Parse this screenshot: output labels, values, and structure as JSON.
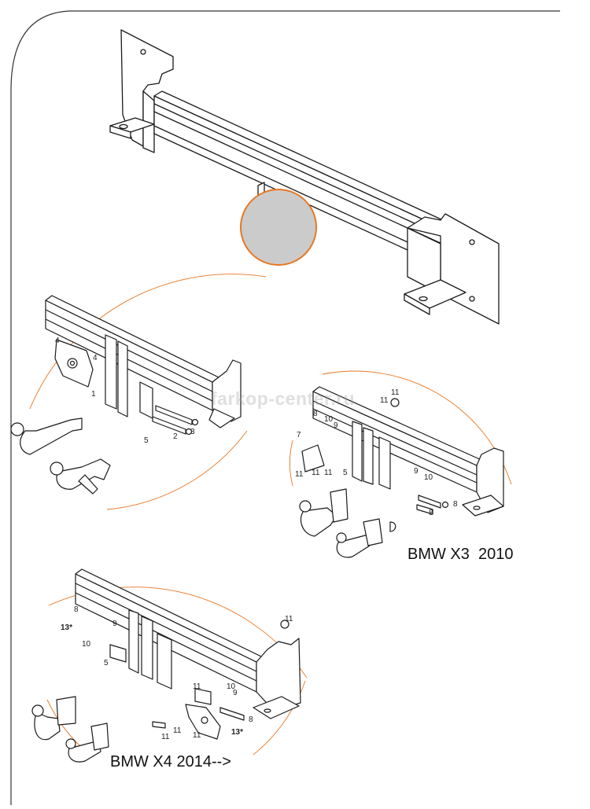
{
  "colors": {
    "accent": "#e87722",
    "line": "#1a1a1a",
    "callout_fill": "#cbcbcb",
    "background": "#ffffff"
  },
  "watermark": "farkop-center.ru",
  "models": {
    "x3": "BMW X3  2010",
    "x4": "BMW X4 2014-->"
  },
  "callouts": {
    "detail1": {
      "part1": "1",
      "part2": "2",
      "part3": "3",
      "part4a": "4",
      "part4b": "4",
      "part5": "5"
    },
    "detail2": {
      "p11a": "11",
      "p11b": "11",
      "p8a": "8",
      "p7": "7",
      "p10a": "10",
      "p9a": "9",
      "p11c": "11",
      "p11d": "11",
      "p11e": "11",
      "p5": "5",
      "p9b": "9",
      "p10b": "10",
      "p8b": "8",
      "p8c": "8"
    },
    "detail3": {
      "p8": "8",
      "p13a": "13*",
      "p10": "10",
      "p9": "9",
      "p5": "5",
      "p11a": "11",
      "p11b": "11",
      "p11c": "11",
      "p11d": "11",
      "p11e": "11",
      "p10b": "10",
      "p9b": "9",
      "p8b": "8",
      "p13b": "13*"
    }
  }
}
